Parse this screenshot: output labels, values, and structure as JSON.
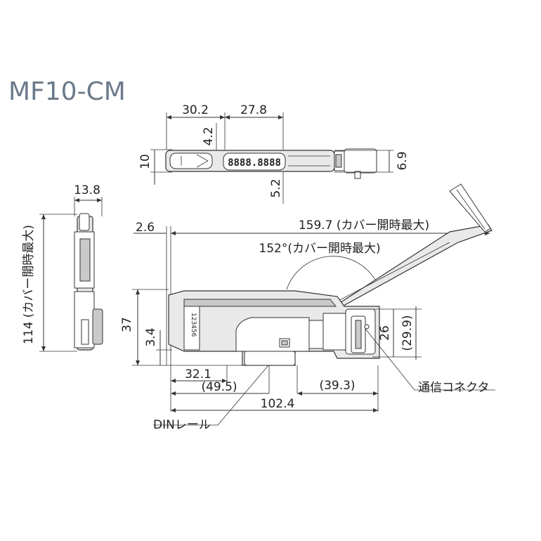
{
  "title": "MF10-CM",
  "top_view": {
    "dim_width_left": "30.2",
    "dim_width_right": "27.8",
    "dim_offset": "4.2",
    "dim_height": "10",
    "dim_height_right": "6.9",
    "dim_bottom": "5.2"
  },
  "side_view": {
    "dim_width": "13.8",
    "dim_height": "114 (カバー開時最大)"
  },
  "front_view": {
    "dim_left_offset": "2.6",
    "dim_total_open": "159.7 (カバー開時最大)",
    "dim_angle": "152°(カバー開時最大)",
    "dim_height": "37",
    "dim_base": "3.4",
    "dim_bottom_a": "32.1",
    "dim_bottom_b": "(49.5)",
    "dim_bottom_c": "(39.3)",
    "dim_total": "102.4",
    "dim_conn_h": "26",
    "dim_conn_h2": "(29.9)",
    "label_din": "DINレール",
    "label_connector": "通信コネクタ",
    "channel_numbers": "123456"
  }
}
